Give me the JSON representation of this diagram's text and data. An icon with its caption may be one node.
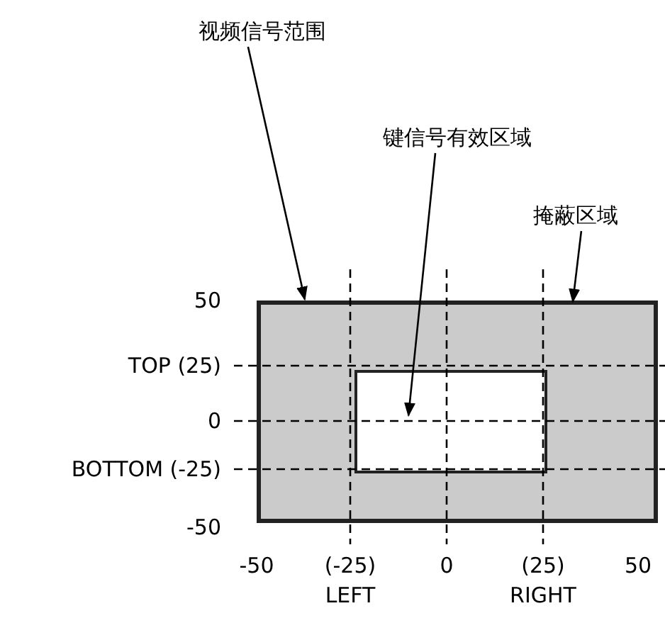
{
  "diagram": {
    "nodes": [
      {
        "text": [
          "视频信号范围"
        ]
      },
      {
        "text": [],
        "shape": "box"
      },
      {
        "text": [
          "键信号有效区域"
        ]
      },
      {
        "text": [],
        "shape": "box",
        "in": 1
      },
      {
        "text": [
          "掩蔽区域"
        ]
      }
    ],
    "edges": [
      {
        "from": 0,
        "to": 1,
        "arrow": "to"
      },
      {
        "from": 2,
        "to": 3,
        "arrow": "to"
      },
      {
        "from": 4,
        "to": 1,
        "arrow": "to"
      }
    ],
    "labels": [
      "50",
      "TOP (25)",
      "0",
      "BOTTOM (-25)",
      "-50",
      "-50",
      "(-25)",
      "0",
      "(25)",
      "50",
      "LEFT",
      "RIGHT"
    ]
  }
}
